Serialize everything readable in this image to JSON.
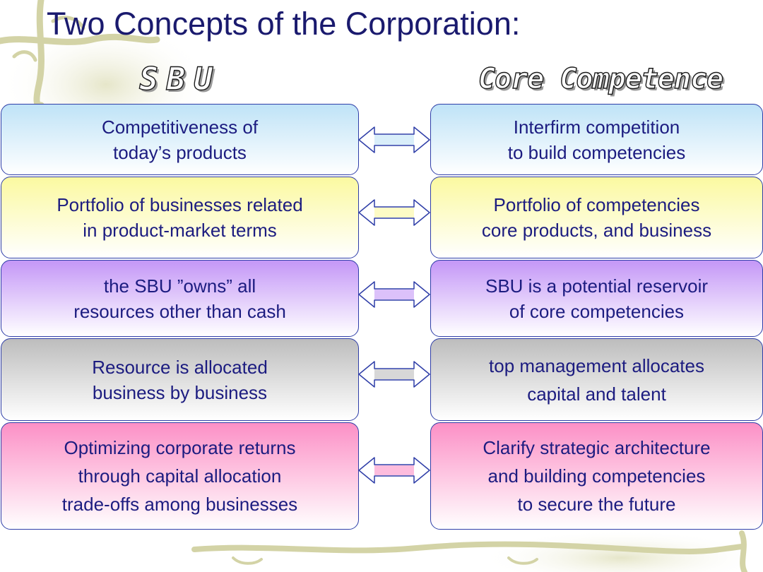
{
  "slide": {
    "title": "Two Concepts of the Corporation:",
    "left_heading": "SBU",
    "right_heading": "Core Competence",
    "rows": [
      {
        "left": "Competitiveness of\ntoday’s products",
        "right": "Interfirm competition\nto build competencies",
        "color": "#bfe3f7"
      },
      {
        "left": "Portfolio of businesses related\nin product-market terms",
        "right": "Portfolio of competencies\ncore products, and business",
        "color": "#fbf9a0"
      },
      {
        "left": "the SBU ”owns” all\nresources other than cash",
        "right": "SBU is a potential reservoir\nof core competencies",
        "color": "#c497f7"
      },
      {
        "left": "Resource is allocated\nbusiness by business",
        "right": "top management allocates\ncapital and talent",
        "color": "#bdbdbd"
      },
      {
        "left": "Optimizing corporate returns\nthrough capital allocation\ntrade-offs among businesses",
        "right": "Clarify strategic architecture\nand building competencies\nto secure the future",
        "color": "#fc90c6"
      }
    ]
  },
  "colors": {
    "title_text": "#1a1a6e",
    "box_text": "#1c1c80",
    "box_border": "#2f3ea8",
    "decoration": "#dcdcb4"
  },
  "icons": {
    "connector": "double-headed-arrow-icon",
    "decoration": "vine-decoration"
  }
}
